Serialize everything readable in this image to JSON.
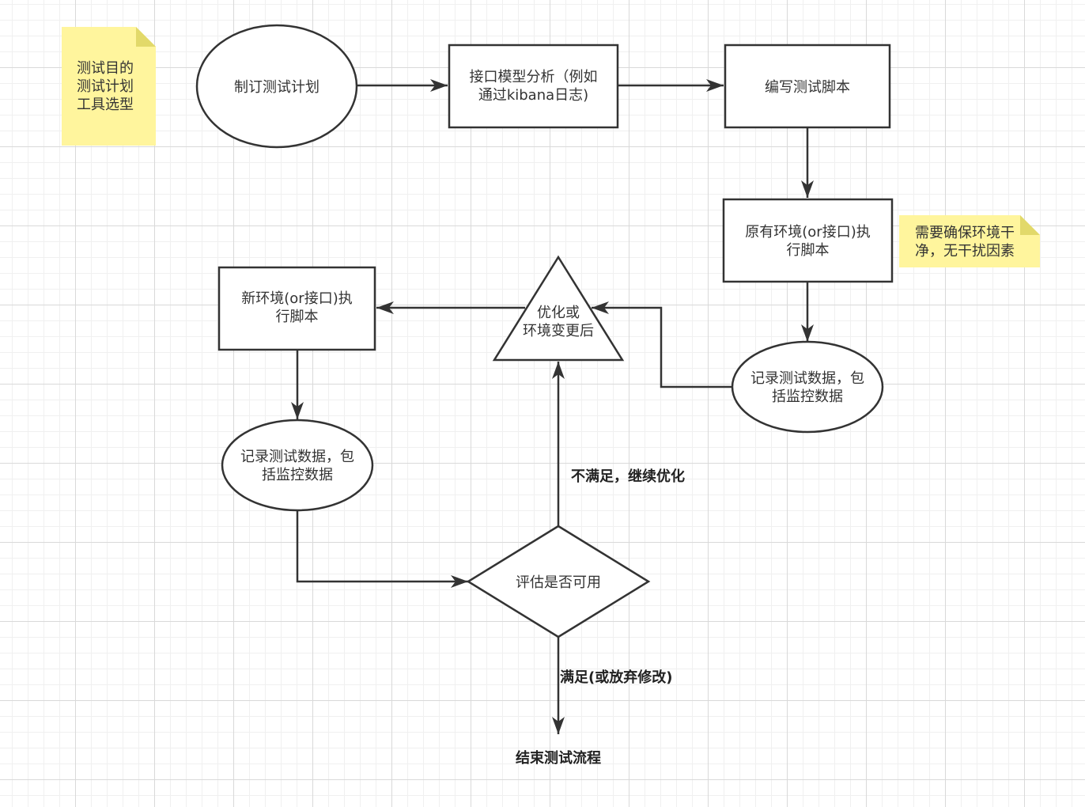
{
  "notes": {
    "goals": "测试目的\n测试计划\n工具选型",
    "env_clean": "需要确保环境干\n净，无干扰因素"
  },
  "nodes": {
    "plan": "制订测试计划",
    "analyze": "接口模型分析（例如\n通过kibana日志)",
    "write_script": "编写测试脚本",
    "run_original": "原有环境(or接口)执\n行脚本",
    "record_1": "记录测试数据，包\n括监控数据",
    "optimize": "优化或\n环境变更后",
    "run_new": "新环境(or接口)执\n行脚本",
    "record_2": "记录测试数据，包\n括监控数据",
    "evaluate": "评估是否可用",
    "end": "结束测试流程"
  },
  "edge_labels": {
    "not_satisfied": "不满足，继续优化",
    "satisfied": "满足(或放弃修改)"
  },
  "colors": {
    "stroke": "#333333",
    "note_fill": "#fff59d",
    "note_fold": "#e2d96a",
    "grid": "#d9d9d9"
  }
}
